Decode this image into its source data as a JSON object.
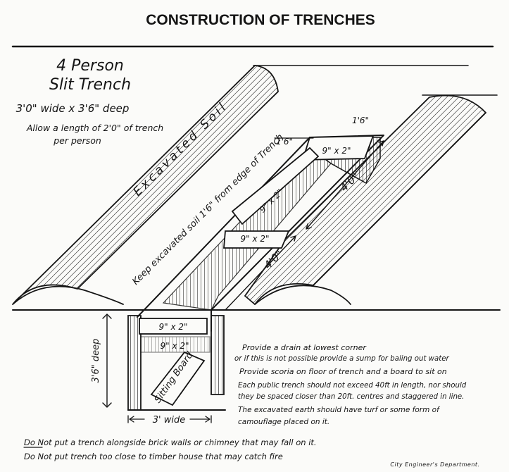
{
  "page": {
    "title": "CONSTRUCTION OF TRENCHES",
    "heading_line1": "4 Person",
    "heading_line2": "Slit Trench",
    "dimensions": "3'0\" wide x 3'6\" deep",
    "allow_line1": "Allow a length of 2'0\" of trench",
    "allow_line2": "per person",
    "footer": "City Engineer's Department."
  },
  "labels": {
    "excavated_soil": "Excavated Soil",
    "keep_excavated": "Keep excavated soil 1'6\" from edge of Trench",
    "dim_1_6_a": "1'6\"",
    "dim_1_6_b": "1'6\"",
    "board_top": "9\" x 2\"",
    "board_diag": "9\" x 2\"",
    "board_mid": "9\" x 2\"",
    "dim_4_0_right": "4'0\"",
    "dim_4_0_mid": "4'0\"",
    "section_board_top": "9\" x 2\"",
    "section_board_low": "9\" x 2\"",
    "depth": "3'6\" deep",
    "width": "3' wide",
    "sitting_board": "Sitting Board"
  },
  "notes": [
    "Provide a drain at lowest corner",
    "or if this is not possible provide a sump for baling out water",
    "Provide scoria on floor of trench and a board to sit on",
    "Each public trench should not exceed 40ft in length, nor should",
    "they be spaced closer than 20ft. centres and staggered in line.",
    "The excavated earth should have turf or some form of",
    "camouflage placed on it."
  ],
  "warnings": [
    "Do Not put a trench alongside brick walls or chimney that may fall on it.",
    "Do Not put trench too close to timber house that may catch fire"
  ]
}
